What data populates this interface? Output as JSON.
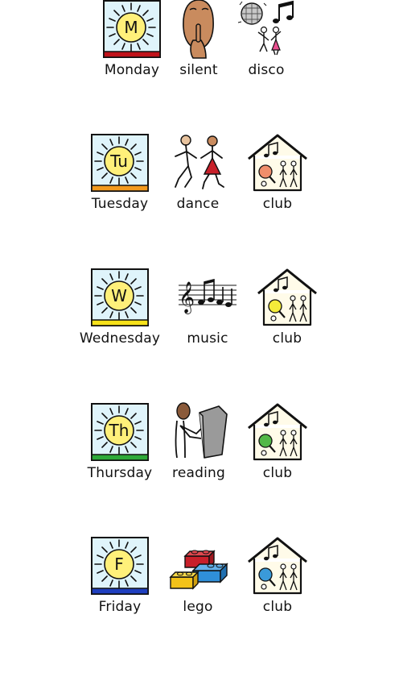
{
  "rows": [
    {
      "day": {
        "letter": "M",
        "label": "Monday",
        "stripe": "#c0121a"
      },
      "second": {
        "label": "silent",
        "icon": "shush-icon"
      },
      "third": {
        "label": "disco",
        "icon": "disco-icon"
      }
    },
    {
      "day": {
        "letter": "Tu",
        "label": "Tuesday",
        "stripe": "#f39a1e"
      },
      "second": {
        "label": "dance",
        "icon": "dance-icon"
      },
      "third": {
        "label": "club",
        "icon": "club-house-icon",
        "ball": "#f08e6b"
      }
    },
    {
      "day": {
        "letter": "W",
        "label": "Wednesday",
        "stripe": "#f7e21a"
      },
      "second": {
        "label": "music",
        "icon": "music-notes-icon"
      },
      "third": {
        "label": "club",
        "icon": "club-house-icon",
        "ball": "#f4ec3a"
      }
    },
    {
      "day": {
        "letter": "Th",
        "label": "Thursday",
        "stripe": "#2eaa3a"
      },
      "second": {
        "label": "reading",
        "icon": "reading-icon"
      },
      "third": {
        "label": "club",
        "icon": "club-house-icon",
        "ball": "#52b847"
      }
    },
    {
      "day": {
        "letter": "F",
        "label": "Friday",
        "stripe": "#1f3fbf"
      },
      "second": {
        "label": "lego",
        "icon": "lego-bricks-icon"
      },
      "third": {
        "label": "club",
        "icon": "club-house-icon",
        "ball": "#3a9ad9"
      }
    }
  ],
  "colors": {
    "sky": "#dff4fb",
    "sun": "#fff07a",
    "skin": "#c98b5e",
    "ink": "#111111"
  }
}
